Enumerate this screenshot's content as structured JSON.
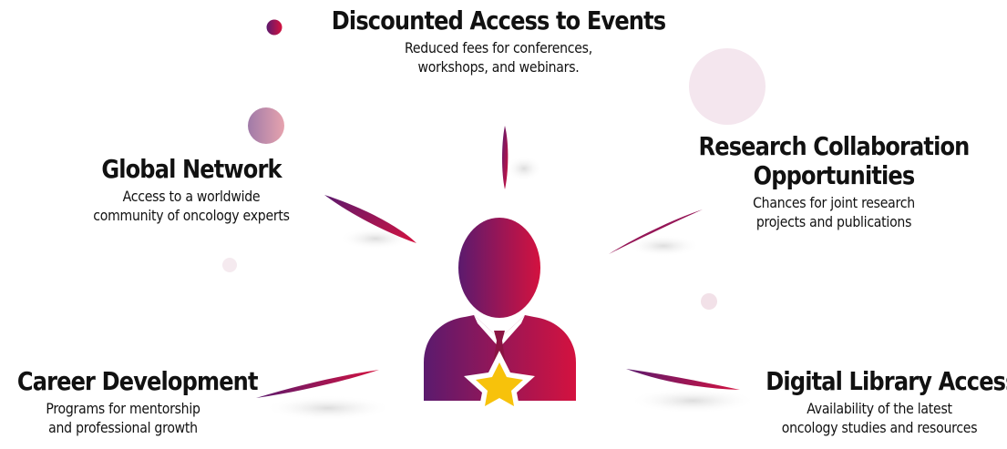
{
  "benefits": {
    "events": {
      "title": "Discounted Access to Events",
      "line1": "Reduced fees for conferences,",
      "line2": "workshops, and webinars."
    },
    "research": {
      "title_line1": "Research Collaboration",
      "title_line2": "Opportunities",
      "line1": "Chances for joint research",
      "line2": "projects and publications"
    },
    "network": {
      "title": "Global Network",
      "line1": "Access to a worldwide",
      "line2": "community of oncology experts"
    },
    "career": {
      "title": "Career Development",
      "line1": "Programs for mentorship",
      "line2": "and professional growth"
    },
    "library": {
      "title": "Digital Library Access",
      "line1": "Availability of the latest",
      "line2": "oncology studies and resources"
    }
  },
  "colors": {
    "gradient_start": "#5b1a6e",
    "gradient_end": "#d4123f",
    "star_fill": "#f7c20b",
    "text": "#111111"
  },
  "icons": [
    "member-person-icon",
    "star-icon",
    "tie-icon"
  ]
}
